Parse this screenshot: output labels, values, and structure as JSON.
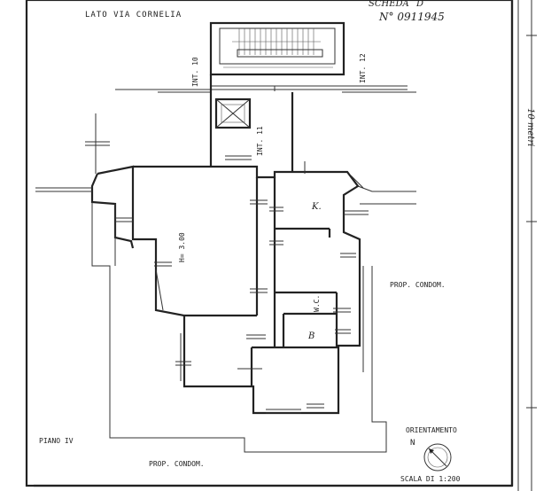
{
  "header": {
    "side_label": "LATO VIA CORNELIA",
    "scheda": "SCHEDA",
    "scheda_letter": "D",
    "number": "N° 0911945"
  },
  "labels": {
    "int_10": "INT. 10",
    "int_11": "INT. 11",
    "int_12": "INT. 12",
    "height": "H= 3.00",
    "kitchen": "K.",
    "wc": "W.C.",
    "bath": "B",
    "prop_condom_right": "PROP. CONDOM.",
    "prop_condom_bottom": "PROP. CONDOM.",
    "piano": "PIANO IV",
    "scale_bar": "10 metri"
  },
  "orientation": {
    "title": "ORIENTAMENTO",
    "north": "N",
    "scale": "SCALA DI 1:200"
  },
  "colors": {
    "ink": "#222222",
    "paper": "#ffffff"
  }
}
